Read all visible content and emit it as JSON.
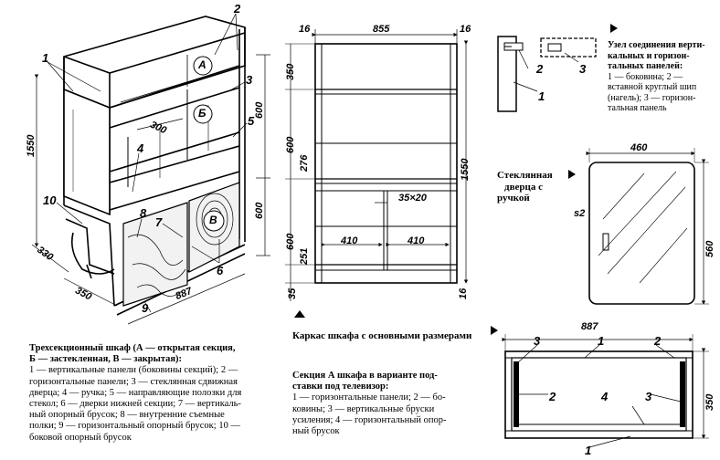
{
  "figure1": {
    "caption_title": "Трехсекционный шкаф (А — открытая секция,",
    "caption_lines": [
      "Б — застекленная, В — закрытая):",
      "1 — вертикальные панели (боковины секций); 2 —",
      "горизонтальные панели; 3 — стеклянная сдвижная",
      "дверца; 4 — ручка; 5 — направляющие полозки для",
      "стекол; 6 — дверки нижней секции; 7 — вертикаль-",
      "ный опорный брусок; 8 — внутренние съемные",
      "полки; 9 — горизонтальный опорный брусок; 10 —",
      "боковой опорный брусок"
    ],
    "section_labels": [
      "А",
      "Б",
      "В"
    ],
    "dims": {
      "height": "1550",
      "upper": "600",
      "lower": "600",
      "depth": "330",
      "width": "887",
      "shelf": "300",
      "bottom": "350"
    },
    "callouts": [
      "1",
      "2",
      "3",
      "4",
      "5",
      "6",
      "7",
      "8",
      "9",
      "10"
    ]
  },
  "figure2": {
    "caption": "Каркас шкафа с основными размерами",
    "dims": {
      "top_left": "16",
      "top_mid": "855",
      "top_right": "16",
      "left_350": "350",
      "left_600": "600",
      "left_276": "276",
      "left_600b": "600",
      "left_251": "251",
      "left_35": "35",
      "right_1550": "1550",
      "right_16": "16",
      "bar": "35×20",
      "drawer_a": "410",
      "drawer_b": "410"
    }
  },
  "figure3": {
    "caption_lines": [
      "Узел соединения верти-",
      "кальных и горизон-",
      "тальных панелей:",
      "1 — боковина; 2 —",
      "вставной круглый шип",
      "(нагель); 3 — горизон-",
      "тальная панель"
    ],
    "callouts": [
      "1",
      "2",
      "3"
    ]
  },
  "figure4": {
    "caption_lines": [
      "Стеклянная",
      "дверца с",
      "ручкой"
    ],
    "dims": {
      "width": "460",
      "height": "560",
      "thickness": "s2"
    }
  },
  "figure5": {
    "caption_title_lines": [
      "Секция А шкафа в варианте под-",
      "ставки под телевизор:"
    ],
    "caption_lines": [
      "1 — горизонтальные панели; 2 — бо-",
      "ковины; 3 — вертикальные бруски",
      "усиления; 4 — горизонтальный опор-",
      "ный брусок"
    ],
    "dims": {
      "width": "887",
      "height": "350"
    },
    "callouts": [
      "1",
      "2",
      "3",
      "4"
    ]
  }
}
